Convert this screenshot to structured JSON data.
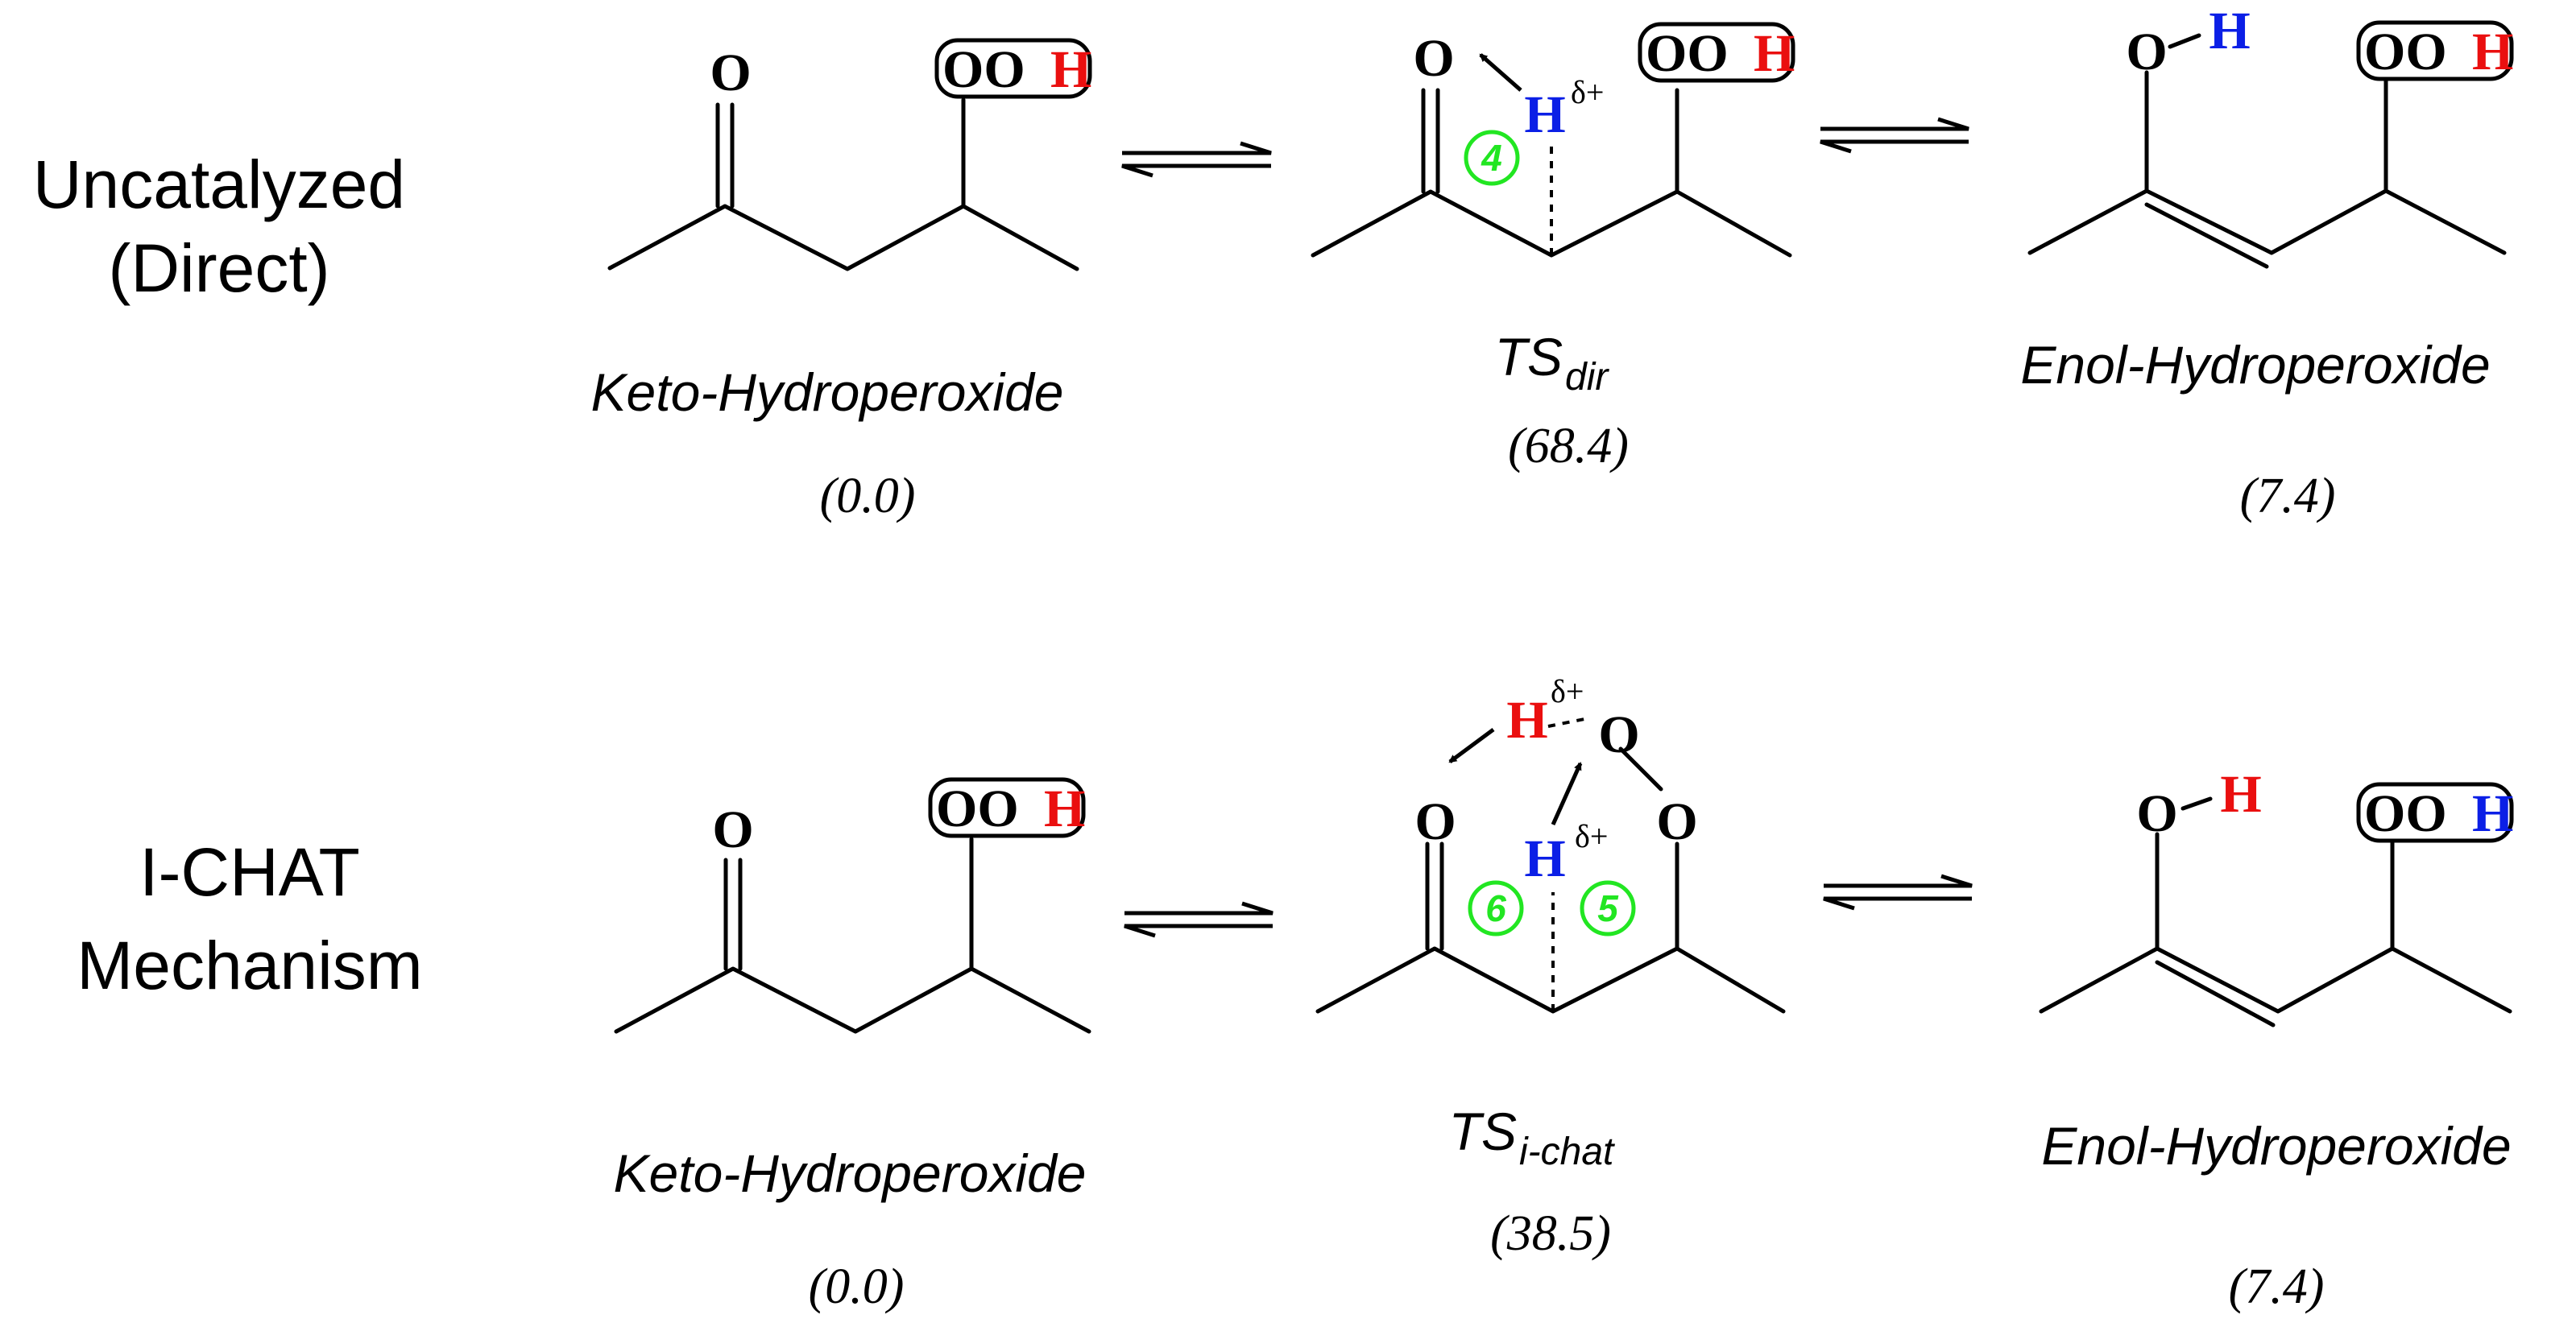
{
  "colors": {
    "transfer_h_blue": "#0b1fe6",
    "transfer_h_red": "#ea0f0f",
    "ring_size_green": "#22e622",
    "text": "#000000"
  },
  "rows": [
    {
      "label_lines": [
        "Uncatalyzed",
        "(Direct)"
      ],
      "reactant": {
        "name": "Keto-Hydroperoxide",
        "energy": "(0.0)",
        "carbonyl_atom": "O",
        "hydroperoxide_group": "OO",
        "hydroperoxide_h": "H"
      },
      "ts": {
        "name_main": "TS",
        "name_sub": "dir",
        "energy": "(68.4)",
        "atoms": [
          "O",
          "H",
          "δ+"
        ],
        "ring_sizes": [
          "4"
        ],
        "hydroperoxide_group": "OO",
        "hydroperoxide_h": "H"
      },
      "product": {
        "name": "Enol-Hydroperoxide",
        "energy": "(7.4)",
        "enol_o": "O",
        "enol_h": "H",
        "hydroperoxide_group": "OO",
        "hydroperoxide_h": "H"
      }
    },
    {
      "label_lines": [
        "I-CHAT",
        "Mechanism"
      ],
      "reactant": {
        "name": "Keto-Hydroperoxide",
        "energy": "(0.0)",
        "carbonyl_atom": "O",
        "hydroperoxide_group": "OO",
        "hydroperoxide_h": "H"
      },
      "ts": {
        "name_main": "TS",
        "name_sub": "i-chat",
        "energy": "(38.5)",
        "atoms": [
          "O",
          "H",
          "δ+",
          "O",
          "O",
          "H",
          "δ+"
        ],
        "ring_sizes": [
          "6",
          "5"
        ]
      },
      "product": {
        "name": "Enol-Hydroperoxide",
        "energy": "(7.4)",
        "enol_o": "O",
        "enol_h": "H",
        "hydroperoxide_group": "OO",
        "hydroperoxide_h": "H"
      }
    }
  ]
}
